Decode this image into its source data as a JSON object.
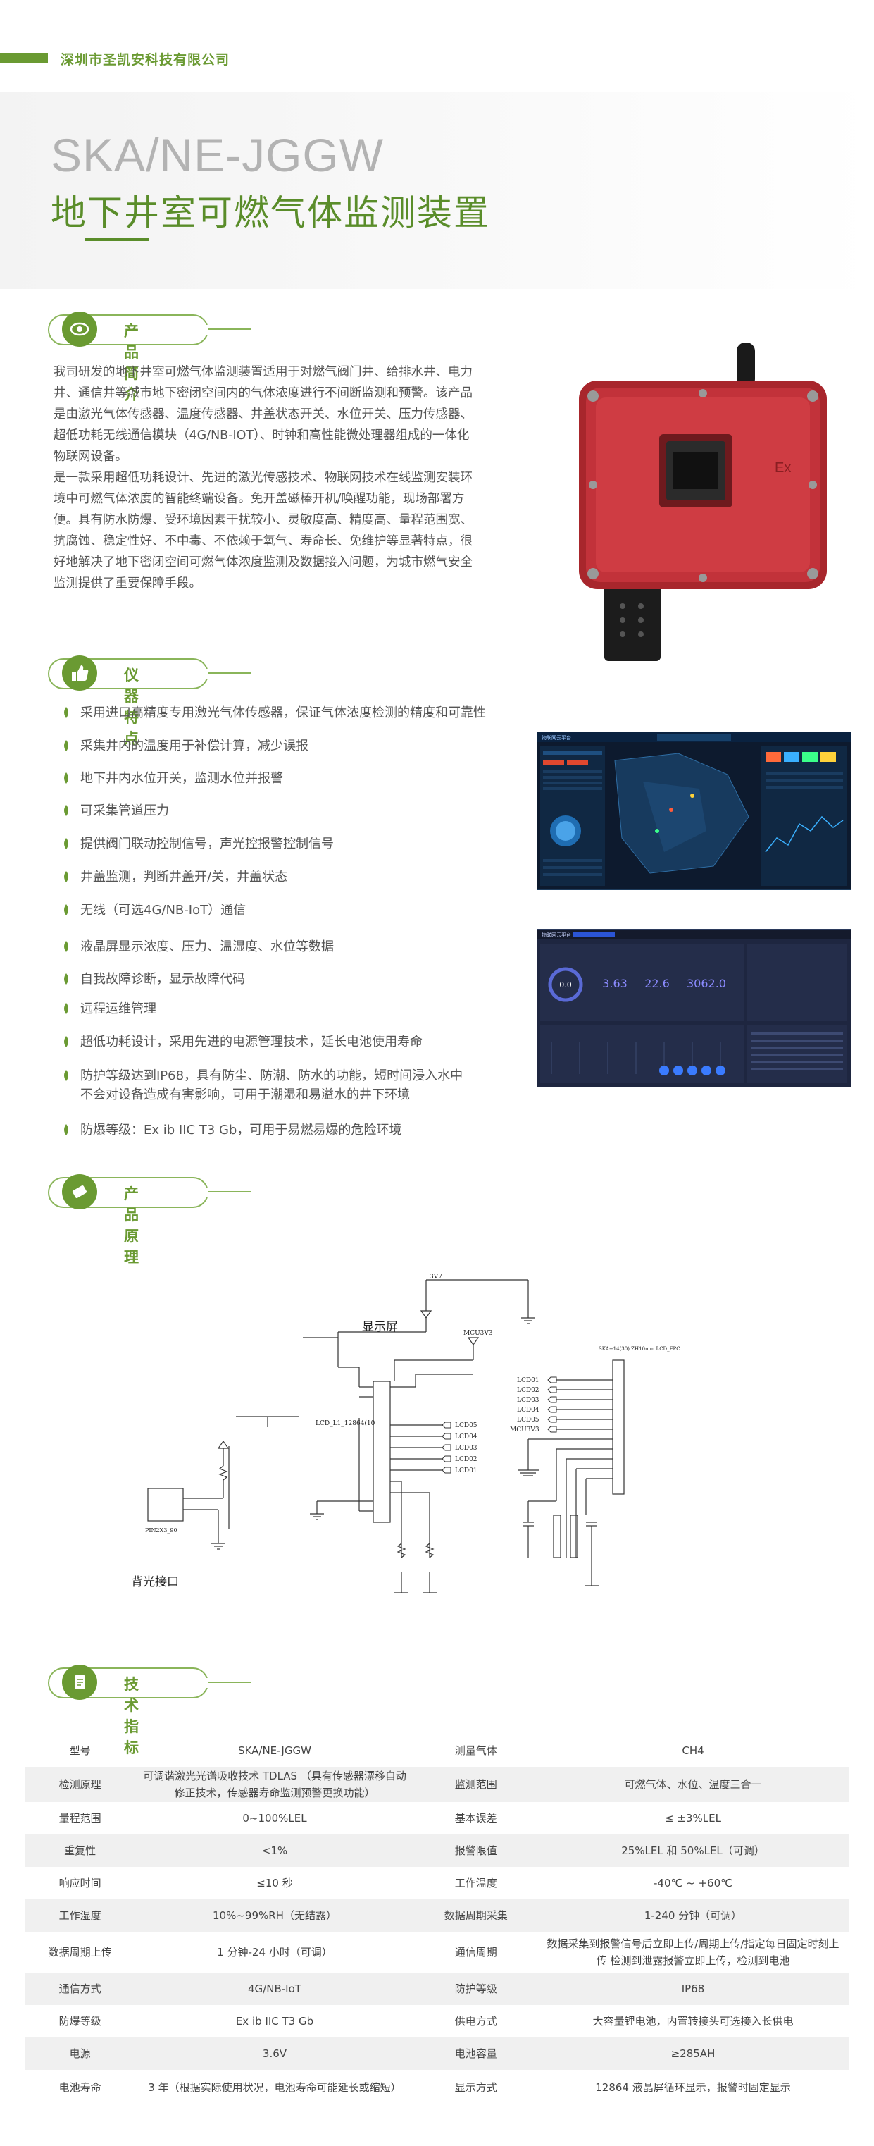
{
  "company": "深圳市圣凯安科技有限公司",
  "model": "SKA/NE-JGGW",
  "title": "地下井室可燃气体监测装置",
  "sections": {
    "intro": "产品简介",
    "features": "仪器特点",
    "principle": "产品原理",
    "specs": "技术指标"
  },
  "intro_paragraphs": [
    "我司研发的地下井室可燃气体监测装置适用于对燃气阀门井、给排水井、电力井、通信井等城市地下密闭空间内的气体浓度进行不间断监测和预警。该产品是由激光气体传感器、温度传感器、井盖状态开关、水位开关、压力传感器、超低功耗无线通信模块（4G/NB-IOT）、时钟和高性能微处理器组成的一体化物联网设备。",
    "是一款采用超低功耗设计、先进的激光传感技术、物联网技术在线监测安装环境中可燃气体浓度的智能终端设备。免开盖磁棒开机/唤醒功能，现场部署方便。具有防水防爆、受环境因素干扰较小、灵敏度高、精度高、量程范围宽、抗腐蚀、稳定性好、不中毒、不依赖于氧气、寿命长、免维护等显著特点，很好地解决了地下密闭空间可燃气体浓度监测及数据接入问题，为城市燃气安全监测提供了重要保障手段。"
  ],
  "device": {
    "mark": "Ex"
  },
  "features": [
    "采用进口高精度专用激光气体传感器，保证气体浓度检测的精度和可靠性",
    "采集井内的温度用于补偿计算，减少误报",
    "地下井内水位开关，监测水位并报警",
    "可采集管道压力",
    "提供阀门联动控制信号，声光控报警控制信号",
    "井盖监测，判断井盖开/关，井盖状态",
    "无线（可选4G/NB-IoT）通信",
    "液晶屏显示浓度、压力、温湿度、水位等数据",
    "自我故障诊断，显示故障代码",
    "远程运维管理",
    "超低功耗设计，采用先进的电源管理技术，延长电池使用寿命",
    "防护等级达到IP68，具有防尘、防潮、防水的功能，短时间浸入水中不会对设备造成有害影响，可用于潮湿和易溢水的井下环境",
    "防爆等级：Ex ib IIC T3 Gb，可用于易燃易爆的危险环境"
  ],
  "dashboard": {
    "title1": "物联网云平台",
    "title2": "物联网云平台",
    "values": [
      "0.0",
      "3.63",
      "22.6",
      "3062.0"
    ]
  },
  "schematic": {
    "display_label": "显示屏",
    "backlight_label": "背光接口",
    "lcd_label": "LCD_L1_12864(10",
    "fpc_label": "SKA+14(30) ZH10mm LCD_FPC",
    "power_label": "3V7",
    "vcc_label": "MCU3V3",
    "pin_label": "PIN2X3_90",
    "signals": [
      "LCD01",
      "LCD02",
      "LCD03",
      "LCD04",
      "LCD05",
      "MCU3V3"
    ],
    "left_signals": [
      "LCD05",
      "LCD04",
      "LCD03",
      "LCD02",
      "LCD01"
    ]
  },
  "specs": [
    [
      "型号",
      "SKA/NE-JGGW",
      "测量气体",
      "CH4"
    ],
    [
      "检测原理",
      "可调谐激光光谱吸收技术 TDLAS （具有传感器漂移自动修正技术，传感器寿命监测预警更换功能）",
      "监测范围",
      "可燃气体、水位、温度三合一"
    ],
    [
      "量程范围",
      "0~100%LEL",
      "基本误差",
      "≤ ±3%LEL"
    ],
    [
      "重复性",
      "<1%",
      "报警限值",
      "25%LEL 和 50%LEL（可调）"
    ],
    [
      "响应时间",
      "≤10 秒",
      "工作温度",
      "-40℃ ~ +60℃"
    ],
    [
      "工作湿度",
      "10%~99%RH（无结露）",
      "数据周期采集",
      "1-240 分钟（可调）"
    ],
    [
      "数据周期上传",
      "1 分钟-24 小时（可调）",
      "通信周期",
      "数据采集到报警信号后立即上传/周期上传/指定每日固定时刻上传 检测到泄露报警立即上传，检测到电池"
    ],
    [
      "通信方式",
      "4G/NB-IoT",
      "防护等级",
      "IP68"
    ],
    [
      "防爆等级",
      "Ex ib IIC T3 Gb",
      "供电方式",
      "大容量锂电池，内置转接头可选接入长供电"
    ],
    [
      "电源",
      "3.6V",
      "电池容量",
      "≥285AH"
    ],
    [
      "电池寿命",
      "3 年（根据实际使用状况，电池寿命可能延长或缩短）",
      "显示方式",
      "12864 液晶屏循环显示，报警时固定显示"
    ]
  ]
}
